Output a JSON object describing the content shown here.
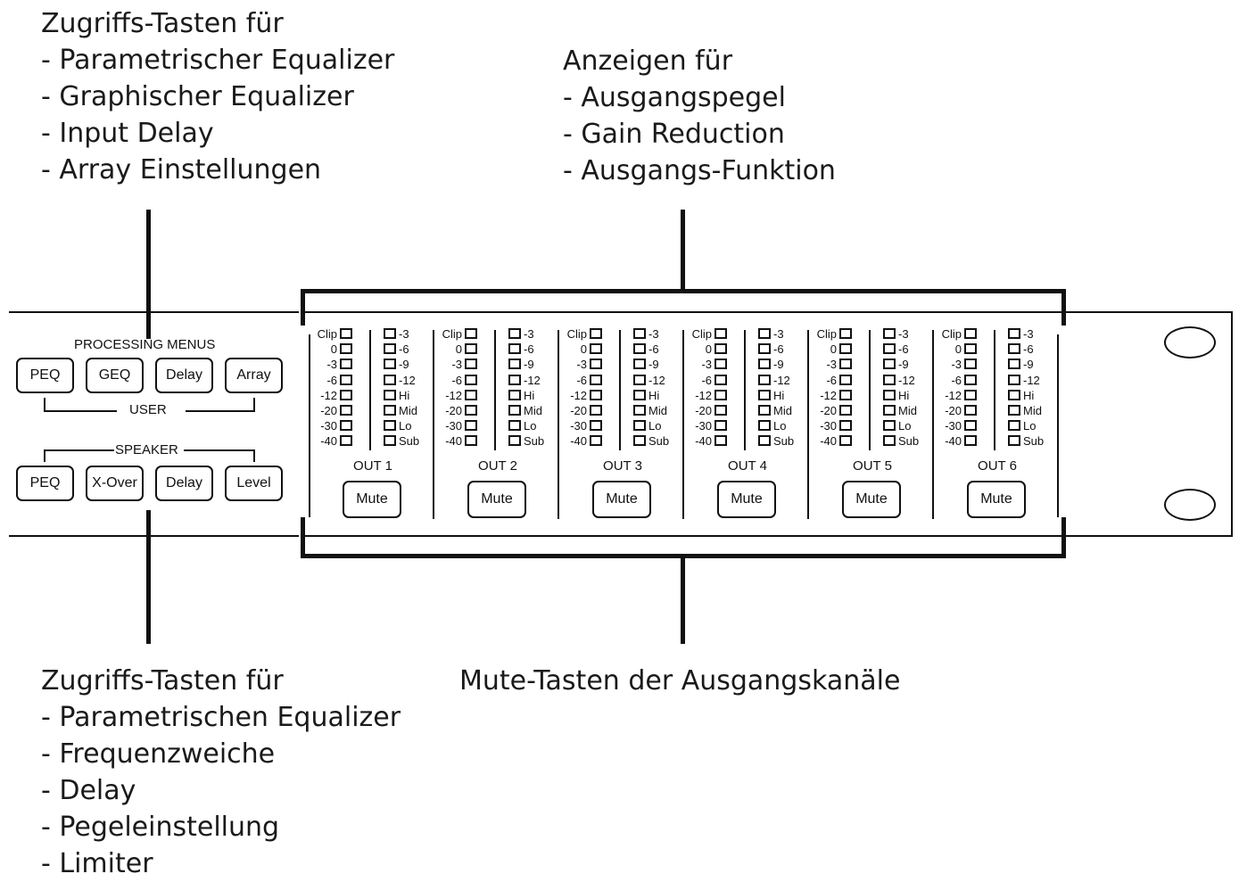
{
  "callouts": {
    "top_left": [
      "Zugriffs-Tasten für",
      "- Parametrischer Equalizer",
      "- Graphischer Equalizer",
      "- Input Delay",
      "- Array Einstellungen"
    ],
    "top_right": [
      "Anzeigen für",
      "- Ausgangspegel",
      "- Gain Reduction",
      "- Ausgangs-Funktion"
    ],
    "bottom_left": [
      "Zugriffs-Tasten für",
      "- Parametrischen Equalizer",
      "- Frequenzweiche",
      "- Delay",
      "- Pegeleinstellung",
      "- Limiter"
    ],
    "bottom_right": [
      "Mute-Tasten der Ausgangskanäle"
    ]
  },
  "processing": {
    "title": "PROCESSING MENUS",
    "user_label": "USER",
    "user_buttons": [
      "PEQ",
      "GEQ",
      "Delay",
      "Array"
    ],
    "speaker_label": "SPEAKER",
    "speaker_buttons": [
      "PEQ",
      "X-Over",
      "Delay",
      "Level"
    ]
  },
  "meters": {
    "left_labels": [
      "Clip",
      "0",
      "-3",
      "-6",
      "-12",
      "-20",
      "-30",
      "-40"
    ],
    "right_labels": [
      "-3",
      "-6",
      "-9",
      "-12",
      "Hi",
      "Mid",
      "Lo",
      "Sub"
    ]
  },
  "channels": [
    {
      "label": "OUT 1",
      "mute": "Mute"
    },
    {
      "label": "OUT 2",
      "mute": "Mute"
    },
    {
      "label": "OUT 3",
      "mute": "Mute"
    },
    {
      "label": "OUT 4",
      "mute": "Mute"
    },
    {
      "label": "OUT 5",
      "mute": "Mute"
    },
    {
      "label": "OUT 6",
      "mute": "Mute"
    }
  ]
}
